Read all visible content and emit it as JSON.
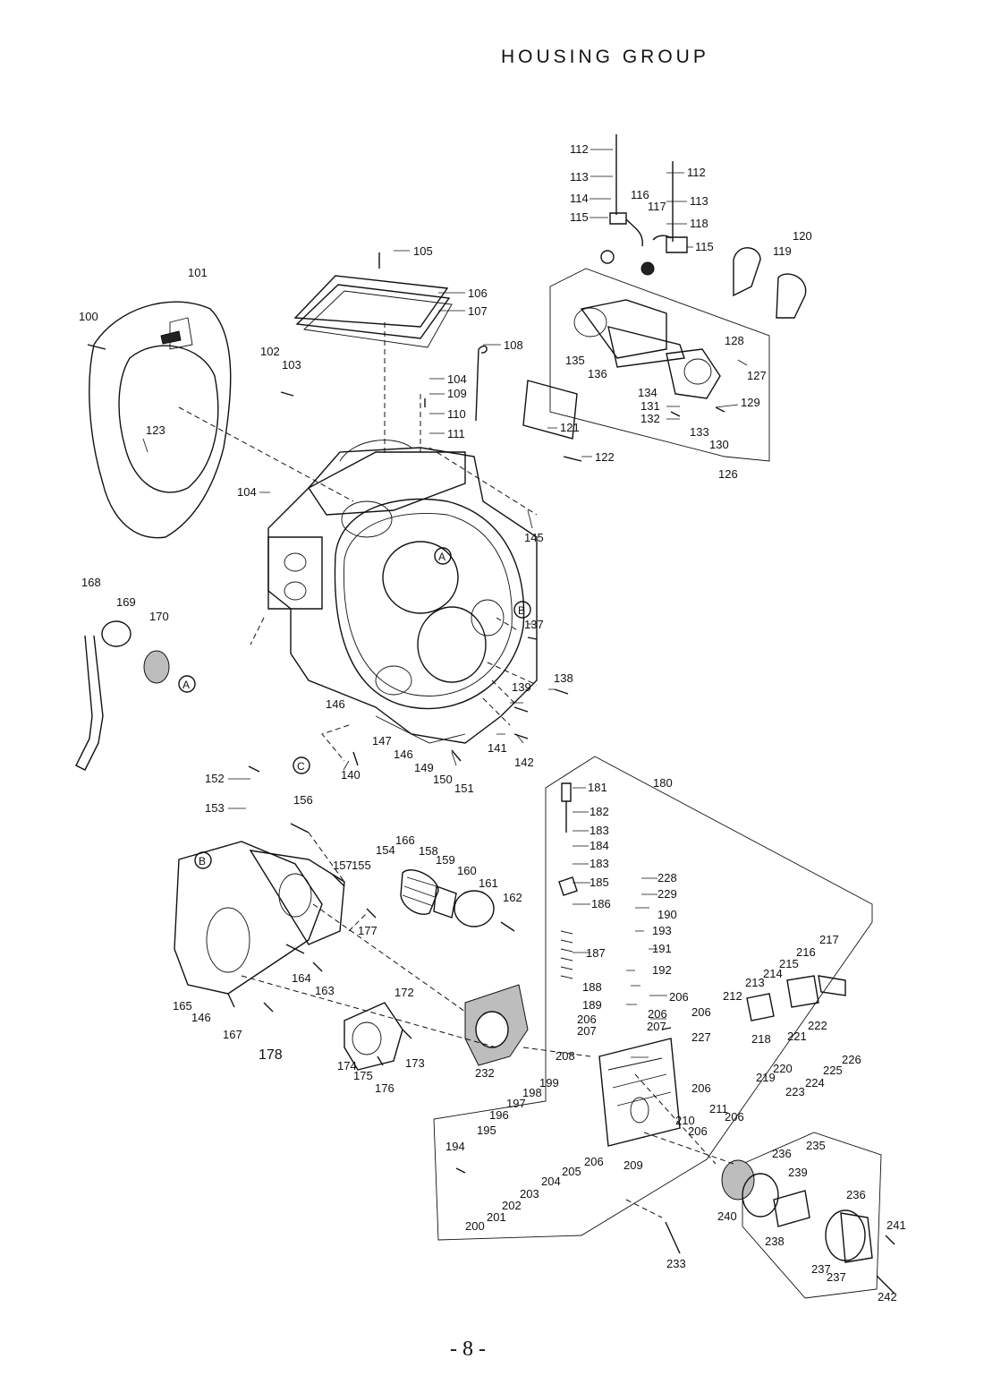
{
  "title": "HOUSING GROUP",
  "page_number": "- 8 -",
  "callouts": [
    "100",
    "101",
    "102",
    "103",
    "104",
    "105",
    "106",
    "107",
    "108",
    "109",
    "110",
    "111",
    "112",
    "113",
    "114",
    "115",
    "116",
    "117",
    "118",
    "119",
    "120",
    "121",
    "122",
    "123",
    "126",
    "127",
    "128",
    "129",
    "130",
    "131",
    "132",
    "133",
    "134",
    "135",
    "136",
    "137",
    "138",
    "139",
    "140",
    "141",
    "142",
    "145",
    "146",
    "147",
    "149",
    "150",
    "151",
    "152",
    "153",
    "154",
    "155",
    "156",
    "157",
    "158",
    "159",
    "160",
    "161",
    "162",
    "163",
    "164",
    "165",
    "166",
    "167",
    "168",
    "169",
    "170",
    "172",
    "173",
    "174",
    "175",
    "176",
    "177",
    "178",
    "180",
    "181",
    "182",
    "183",
    "184",
    "185",
    "186",
    "187",
    "188",
    "189",
    "190",
    "191",
    "192",
    "193",
    "194",
    "195",
    "196",
    "197",
    "198",
    "199",
    "200",
    "201",
    "202",
    "203",
    "204",
    "205",
    "206",
    "207",
    "208",
    "209",
    "210",
    "211",
    "212",
    "213",
    "214",
    "215",
    "216",
    "217",
    "218",
    "219",
    "220",
    "221",
    "222",
    "223",
    "224",
    "225",
    "226",
    "227",
    "228",
    "229",
    "232",
    "233",
    "235",
    "236",
    "237",
    "238",
    "239",
    "240",
    "241",
    "242"
  ],
  "reference_markers": [
    "A",
    "B",
    "C"
  ]
}
